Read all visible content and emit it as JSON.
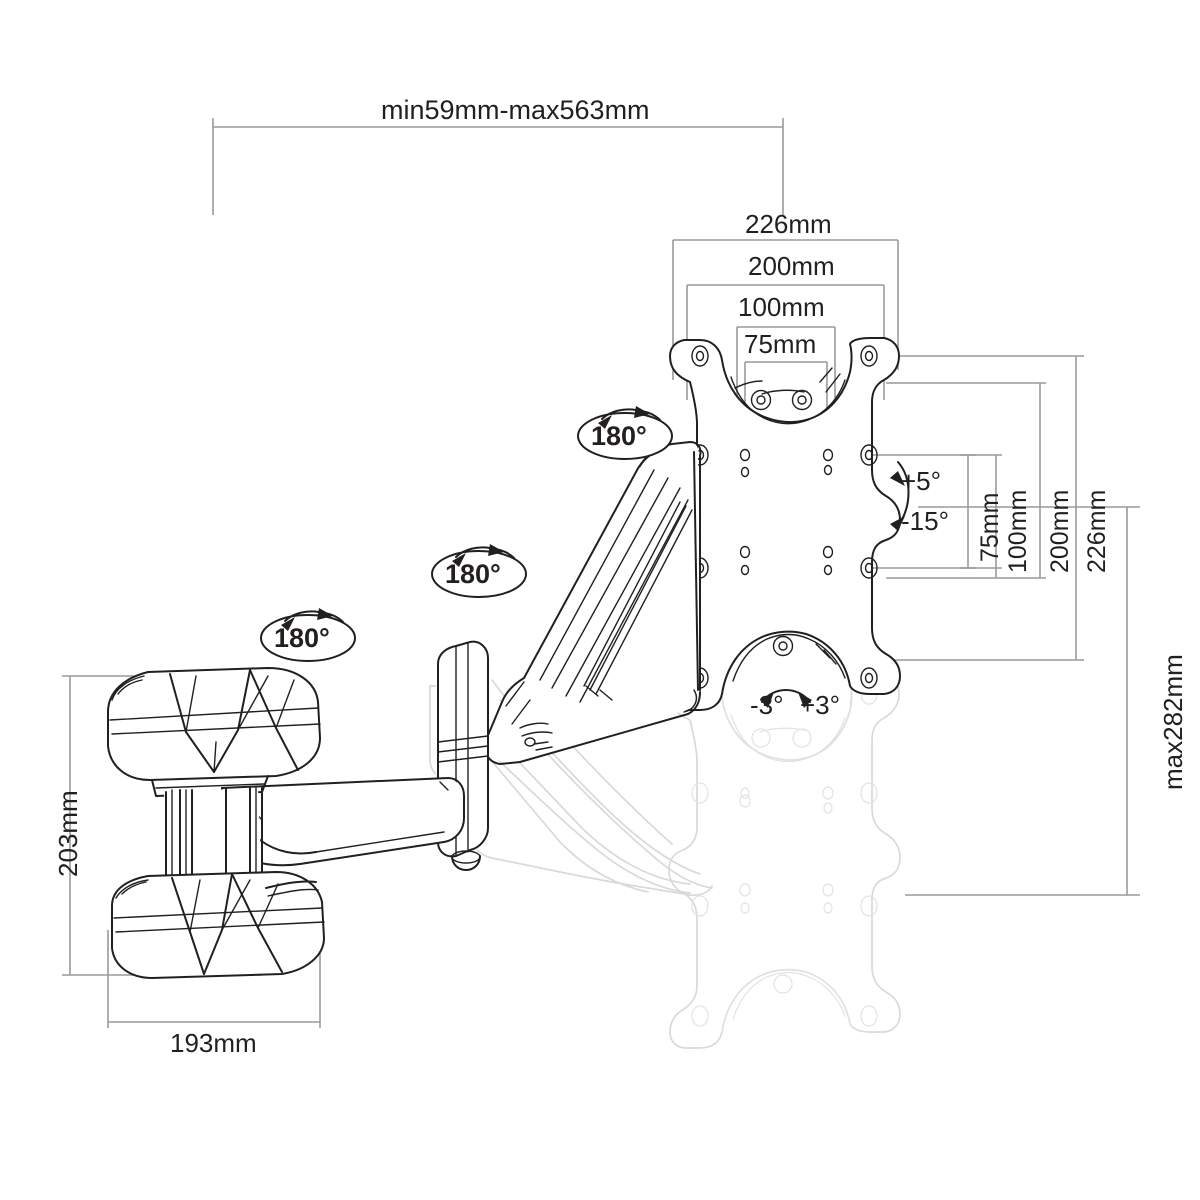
{
  "drawing": {
    "title": "Monitor wall mount gas spring arm - technical dimension drawing",
    "type": "technical-line-drawing",
    "background_color": "#ffffff",
    "line_color": "#231f20",
    "dimension_line_color": "#9a9a9a",
    "ghost_line_color": "#d8d8d8",
    "text_color": "#231f20"
  },
  "dimensions": {
    "extension_range": {
      "label": "min59mm-max563mm",
      "orientation": "horizontal",
      "position": "top",
      "min_mm": 59,
      "max_mm": 563
    },
    "vesa_horizontal": [
      {
        "label": "226mm",
        "value_mm": 226
      },
      {
        "label": "200mm",
        "value_mm": 200
      },
      {
        "label": "100mm",
        "value_mm": 100
      },
      {
        "label": "75mm",
        "value_mm": 75
      }
    ],
    "vesa_vertical": [
      {
        "label": "75mm",
        "value_mm": 75
      },
      {
        "label": "100mm",
        "value_mm": 100
      },
      {
        "label": "200mm",
        "value_mm": 200
      },
      {
        "label": "226mm",
        "value_mm": 226
      }
    ],
    "max_height": {
      "label": "max282mm",
      "orientation": "vertical",
      "position": "far-right",
      "value_mm": 282
    },
    "base_height": {
      "label": "203mm",
      "orientation": "vertical",
      "position": "left",
      "value_mm": 203
    },
    "base_width": {
      "label": "193mm",
      "orientation": "horizontal",
      "position": "bottom-left",
      "value_mm": 193
    }
  },
  "angles": {
    "rotation_badges": [
      {
        "label": "180°",
        "location": "wall-base-joint"
      },
      {
        "label": "180°",
        "location": "mid-arm-joint"
      },
      {
        "label": "180°",
        "location": "vesa-plate-joint"
      }
    ],
    "tilt_up": {
      "label": "+5°",
      "value_deg": 5
    },
    "tilt_down": {
      "label": "-15°",
      "value_deg": -15
    },
    "swivel_left": {
      "label": "-3°",
      "value_deg": -3
    },
    "swivel_right": {
      "label": "+3°",
      "value_deg": 3
    }
  }
}
